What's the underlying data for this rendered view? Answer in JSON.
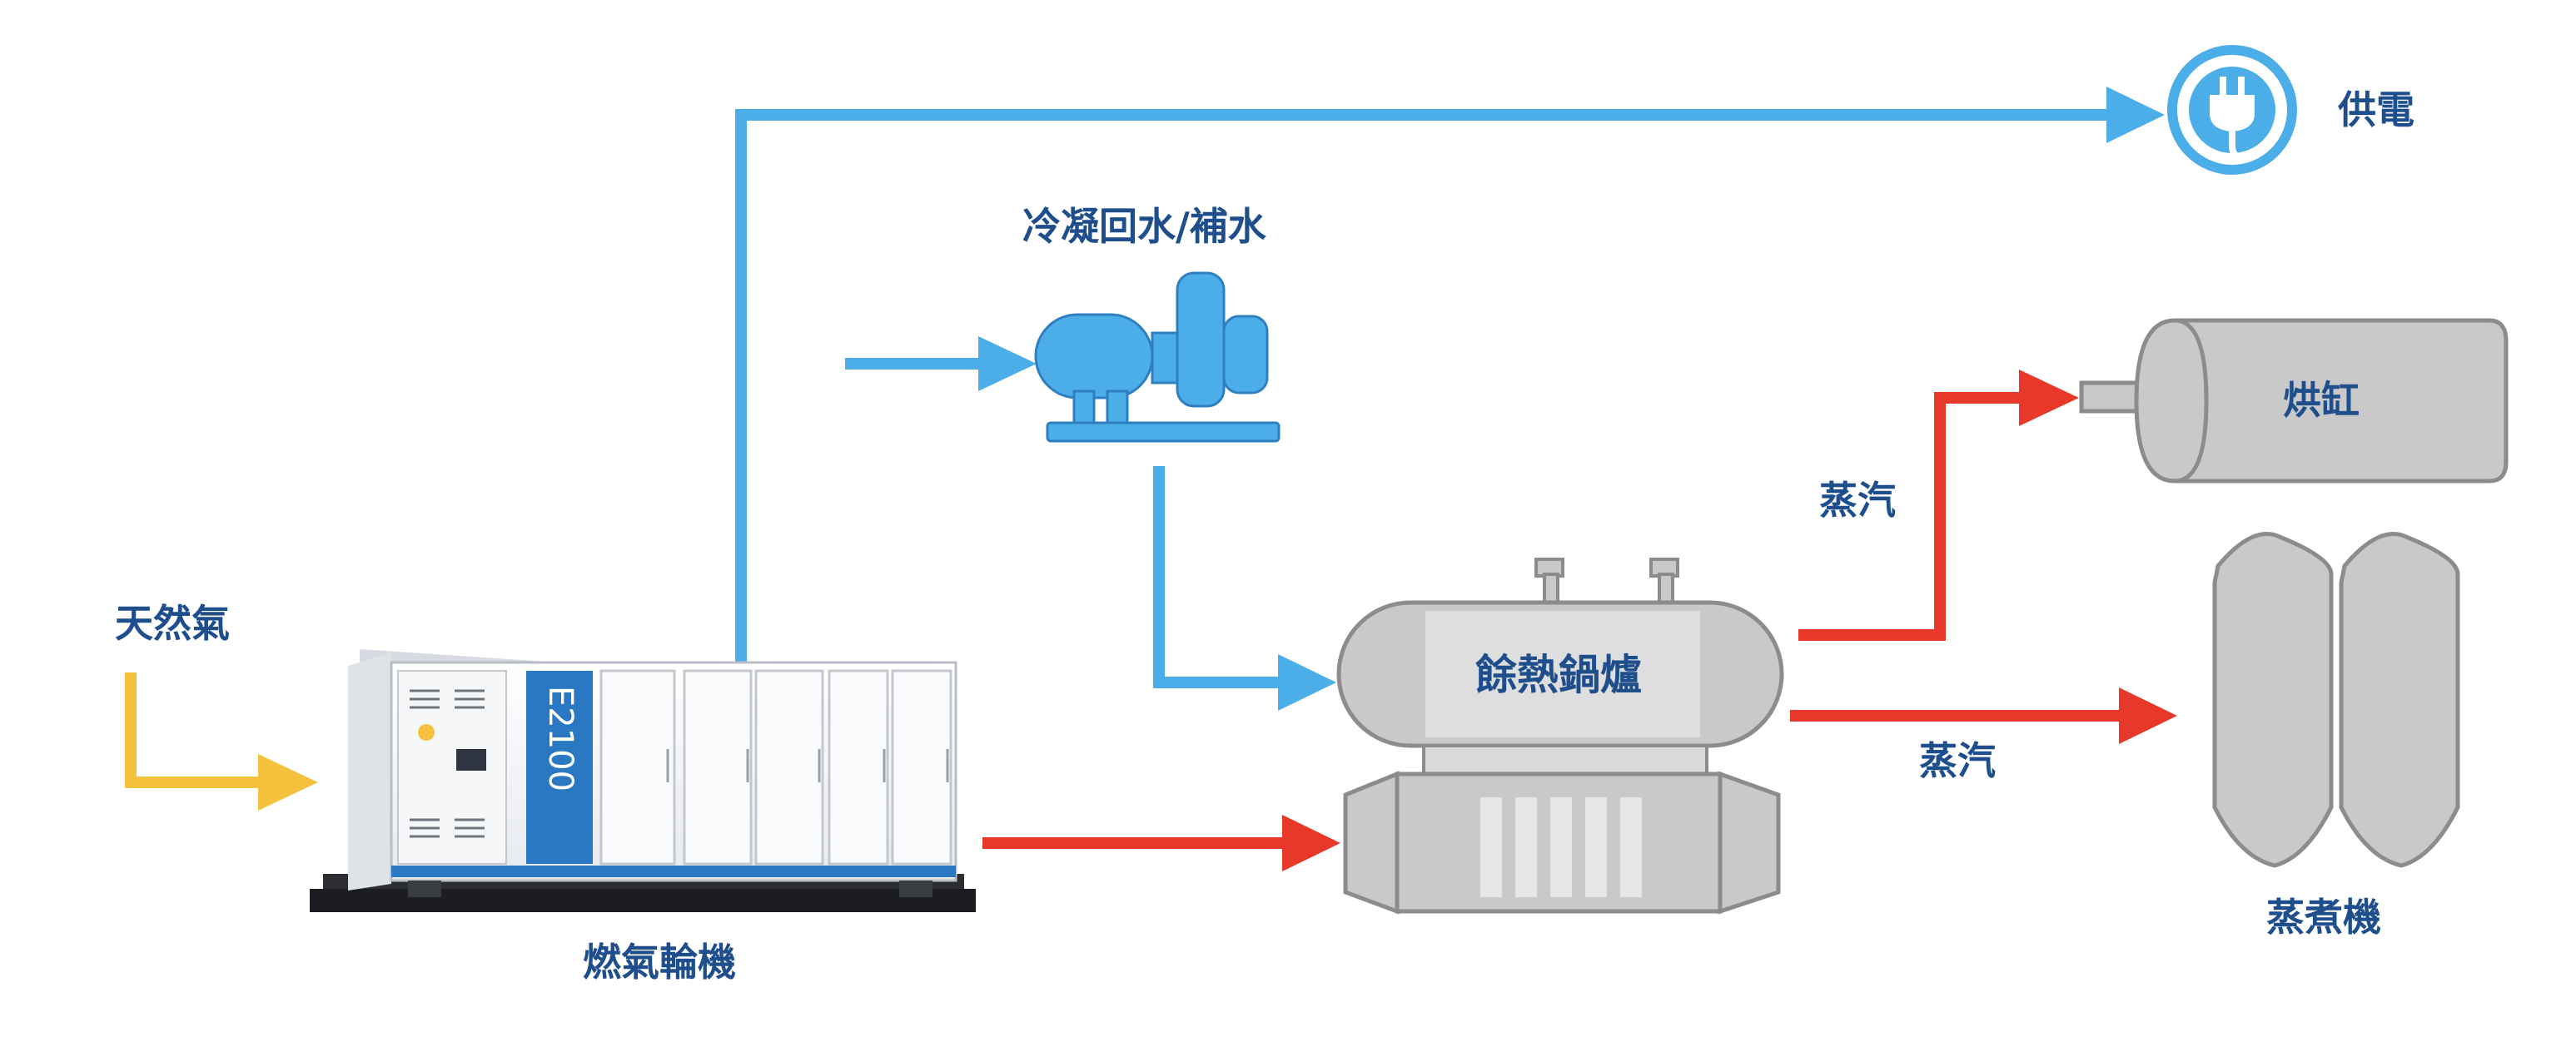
{
  "labels": {
    "natural_gas": "天然氣",
    "gas_turbine": "燃氣輪機",
    "condensate_return": "冷凝回水/補水",
    "power_supply": "供電",
    "waste_heat_boiler": "餘熱鍋爐",
    "steam_upper": "蒸汽",
    "steam_lower": "蒸汽",
    "drying_cylinder": "烘缸",
    "steamer": "蒸煮機"
  },
  "unit_model": "E2100",
  "colors": {
    "electricity": "#4baee8",
    "water": "#4baee8",
    "gas": "#f4c13d",
    "heat": "#e8382a",
    "equipment_gray": "#c9c9c9",
    "equipment_stroke": "#8c8c8c",
    "text": "#1f4e8c",
    "turbine_panel": "#2a78c2"
  },
  "icons": {
    "power": "plug-icon",
    "pump": "pump-icon"
  }
}
